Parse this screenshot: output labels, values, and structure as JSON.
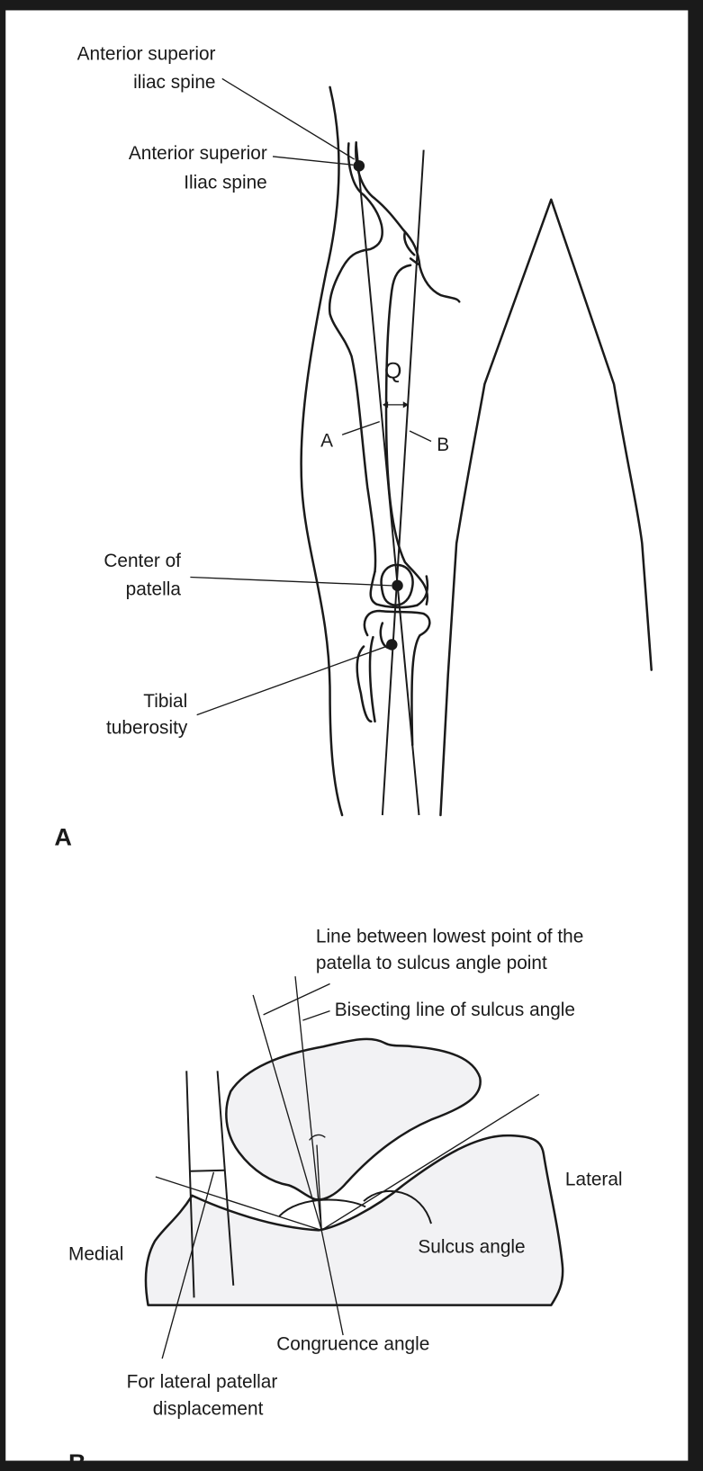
{
  "panel_a": {
    "label": "A",
    "asis_outer": [
      "Anterior superior",
      "iliac spine"
    ],
    "asis_inner": [
      "Anterior superior",
      "Iliac spine"
    ],
    "q_angle": "Q",
    "line_a": "A",
    "line_b": "B",
    "center_patella": [
      "Center of",
      "patella"
    ],
    "tibial_tuberosity": [
      "Tibial",
      "tuberosity"
    ]
  },
  "panel_b": {
    "label": "B",
    "line_lowest_point": [
      "Line between lowest point of the",
      "patella to sulcus angle point"
    ],
    "bisecting_line": "Bisecting line of sulcus angle",
    "lateral": "Lateral",
    "medial": "Medial",
    "sulcus_angle": "Sulcus angle",
    "congruence_angle": "Congruence angle",
    "lateral_displacement": [
      "For lateral patellar",
      "displacement"
    ]
  }
}
